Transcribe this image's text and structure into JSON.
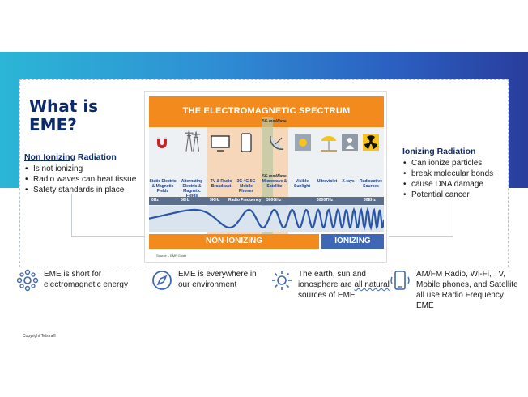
{
  "title": "What is EME?",
  "left": {
    "heading_underlined": "Non Ionizing",
    "heading_rest": " Radiation",
    "bullets": [
      "Is not ionizing",
      "Radio waves can heat tissue",
      "Safety standards in place"
    ]
  },
  "right": {
    "heading": "Ionizing Radiation",
    "bullets": [
      "Can ionize particles",
      "break molecular bonds",
      "cause DNA damage",
      "Potential cancer"
    ]
  },
  "spectrum": {
    "title": "THE ELECTROMAGNETIC SPECTRUM",
    "tag_5g_top": "5G mmWave",
    "tag_5g_mid": "5G mmWave",
    "categories": [
      "Static Electric & Magnetic Fields",
      "Alternating Electric & Magnetic Fields",
      "TV & Radio Broadcast",
      "3G 4G 5G Mobile Phones",
      "Microwave & Satellite",
      "Visible Sunlight",
      "Ultraviolet",
      "X-rays",
      "Radioactive Sources"
    ],
    "frequencies": [
      "0Hz",
      "50Hz",
      "3KHz",
      "Radio Frequency",
      "300GHz",
      "3000THz",
      "30EHz"
    ],
    "non_ionizing_label": "NON-IONIZING",
    "ionizing_label": "IONIZING",
    "source": "Source – EMF Guide",
    "colors": {
      "orange": "#f28a1d",
      "blue": "#3e68b5",
      "wave": "#2b56a5"
    }
  },
  "info": [
    {
      "icon": "molecule-icon",
      "text": "EME is short for electromagnetic energy"
    },
    {
      "icon": "compass-icon",
      "text": "EME is everywhere in our environment"
    },
    {
      "icon": "sun-icon",
      "text_before": "The earth, sun and ionosphere are ",
      "text_underlined": "all natural",
      "text_after": " sources of EME"
    },
    {
      "icon": "phone-signal-icon",
      "text": "AM/FM Radio, Wi-Fi, TV, Mobile phones, and Satellite all use Radio Frequency EME"
    }
  ],
  "copyright": "Copyright Telstra©",
  "colors": {
    "title": "#0d2b6b",
    "icon": "#3e68b5"
  }
}
